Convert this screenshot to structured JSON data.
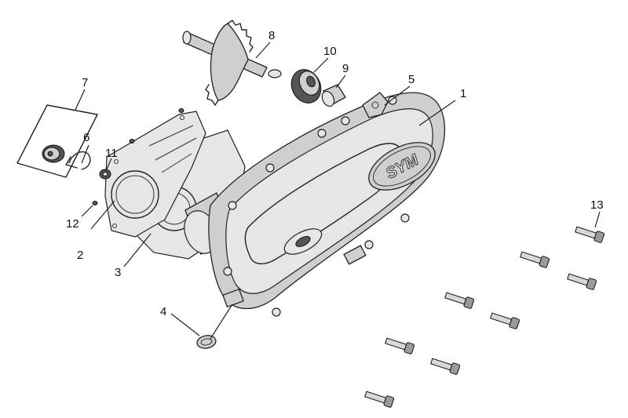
{
  "diagram": {
    "brand_logo": "SYM",
    "callouts": [
      "1",
      "2",
      "3",
      "4",
      "5",
      "6",
      "7",
      "8",
      "9",
      "10",
      "11",
      "12",
      "13"
    ]
  }
}
